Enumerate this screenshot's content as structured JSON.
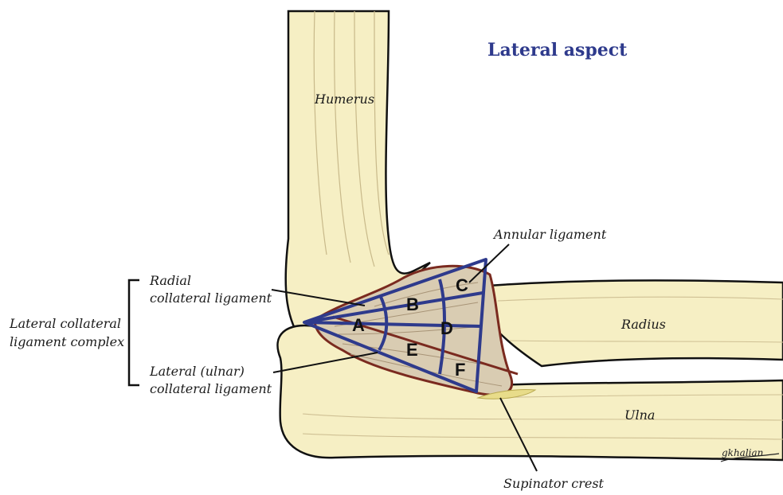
{
  "title": "Lateral aspect",
  "labels": {
    "humerus": "Humerus",
    "radius": "Radius",
    "ulna": "Ulna",
    "annular_ligament": "Annular ligament",
    "radial_collateral_line1": "Radial",
    "radial_collateral_line2": "collateral ligament",
    "lateral_complex_line1": "Lateral collateral",
    "lateral_complex_line2": "ligament complex",
    "lateral_ulnar_line1": "Lateral (ulnar)",
    "lateral_ulnar_line2": "collateral ligament",
    "supinator_crest": "Supinator crest"
  },
  "regions": {
    "a": "A",
    "b": "B",
    "c": "C",
    "d": "D",
    "e": "E",
    "f": "F"
  },
  "signature": "gkhalian",
  "colors": {
    "bone": "#f6efc4",
    "bone_outline": "#111111",
    "ligament": "#d9ccb2",
    "ligament_outline": "#7a2a1f",
    "triangle": "#2e3a8c",
    "title": "#2e3a8c"
  }
}
